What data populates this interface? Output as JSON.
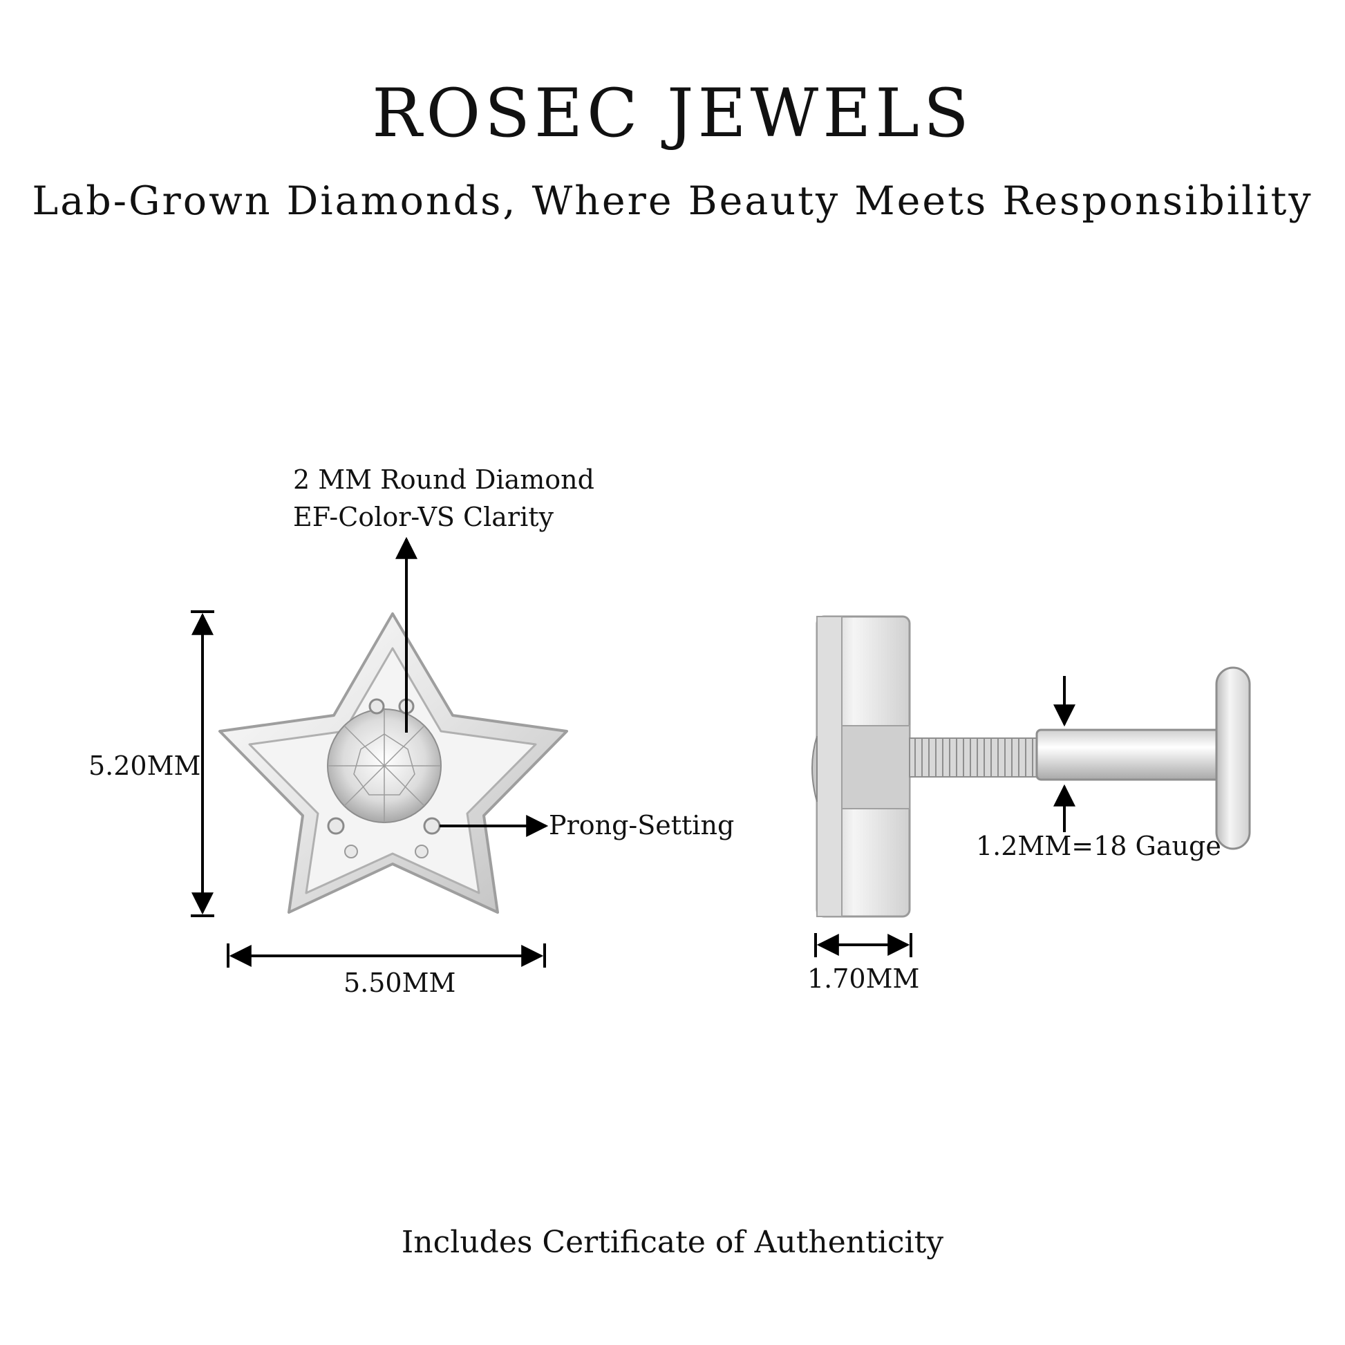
{
  "brand": {
    "title": "ROSEC JEWELS"
  },
  "tagline": "Lab-Grown Diamonds, Where Beauty Meets Responsibility",
  "annotations": {
    "diamond_line1": "2 MM Round Diamond",
    "diamond_line2": "EF-Color-VS Clarity",
    "prong": "Prong-Setting",
    "height": "5.20MM",
    "width": "5.50MM",
    "thickness": "1.70MM",
    "gauge": "1.2MM=18 Gauge"
  },
  "footer": "Includes Certificate of Authenticity",
  "colors": {
    "text": "#111111",
    "metal_light": "#f2f2f2",
    "metal_mid": "#d9d9d9",
    "metal_dark": "#a6a6a6",
    "line": "#000000"
  }
}
